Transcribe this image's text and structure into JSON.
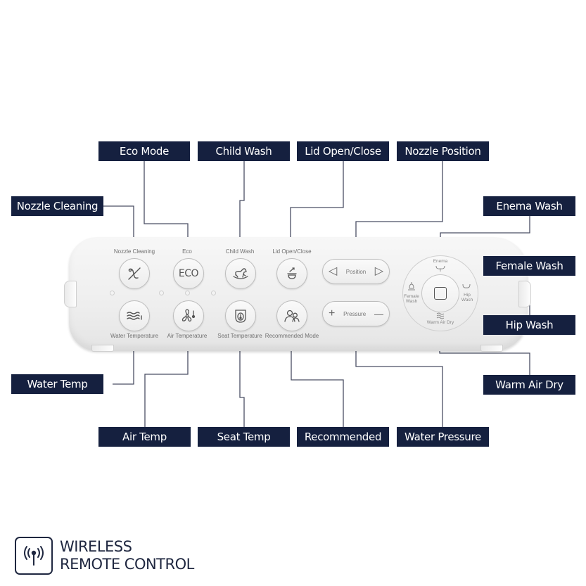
{
  "callouts": {
    "eco_mode": "Eco Mode",
    "child_wash": "Child Wash",
    "lid_open_close": "Lid Open/Close",
    "nozzle_position": "Nozzle Position",
    "nozzle_cleaning": "Nozzle Cleaning",
    "enema_wash": "Enema Wash",
    "female_wash": "Female Wash",
    "hip_wash": "Hip Wash",
    "warm_air_dry": "Warm Air Dry",
    "water_temp": "Water Temp",
    "air_temp": "Air Temp",
    "seat_temp": "Seat Temp",
    "recommended": "Recommended",
    "water_pressure": "Water Pressure"
  },
  "remote": {
    "top_row": [
      {
        "label": "Nozzle Cleaning",
        "icon": "nozzle-cleaning-icon"
      },
      {
        "label": "Eco",
        "icon": "eco-icon",
        "glyph": "ECO"
      },
      {
        "label": "Child Wash",
        "icon": "rocking-horse-icon"
      },
      {
        "label": "Lid Open/Close",
        "icon": "lid-icon"
      }
    ],
    "bottom_row": [
      {
        "label": "Water Temperature",
        "icon": "water-temp-icon"
      },
      {
        "label": "Air Temperature",
        "icon": "fan-icon"
      },
      {
        "label": "Seat Temperature",
        "icon": "seat-temp-icon"
      },
      {
        "label": "Recommended Mode",
        "icon": "people-icon"
      }
    ],
    "position": {
      "label": "Position",
      "left": "◁",
      "right": "▷"
    },
    "pressure": {
      "label": "Pressure",
      "plus": "+",
      "minus": "—"
    },
    "dial": {
      "enema": "Enema",
      "female": "Female Wash",
      "hip": "Hip Wash",
      "warm_air": "Warm Air Dry"
    }
  },
  "footer": {
    "line1": "WIRELESS",
    "line2": "REMOTE CONTROL",
    "icon": "wireless-antenna-icon"
  },
  "colors": {
    "callout_bg": "#15203f",
    "callout_text": "#ffffff",
    "leader_line": "#4a4f63",
    "footer_text": "#1f2740"
  }
}
